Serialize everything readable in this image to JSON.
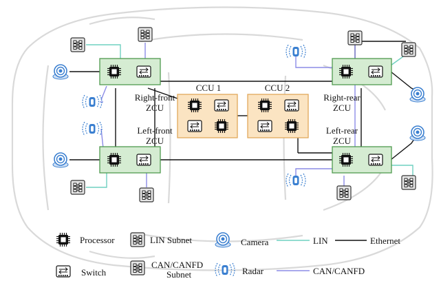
{
  "nodes": {
    "ccu1": "CCU 1",
    "ccu2": "CCU 2",
    "right_front_l1": "Right-front",
    "right_front_l2": "ZCU",
    "left_front_l1": "Left-front",
    "left_front_l2": "ZCU",
    "right_rear_l1": "Right-rear",
    "right_rear_l2": "ZCU",
    "left_rear_l1": "Left-rear",
    "left_rear_l2": "ZCU"
  },
  "legend": {
    "processor": "Processor",
    "lin_subnet": "LIN Subnet",
    "camera": "Camera",
    "lin": "LIN",
    "ethernet": "Ethernet",
    "switch": "Switch",
    "can_subnet_l1": "CAN/CANFD",
    "can_subnet_l2": "Subnet",
    "radar": "Radar",
    "can": "CAN/CANFD"
  },
  "colors": {
    "zcu_fill": "#d5ecd2",
    "zcu_border": "#4f9a4f",
    "ccu_fill": "#fbe4c2",
    "ccu_border": "#e0a85a",
    "lin": "#6fd0c0",
    "ethernet": "#111111",
    "can": "#8c8ce6",
    "camera": "#3a7fd0",
    "car_outline": "#d9d9d9"
  }
}
